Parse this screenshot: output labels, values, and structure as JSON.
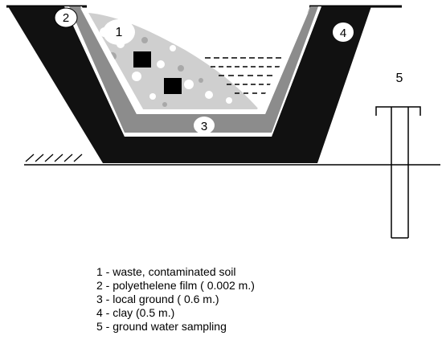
{
  "markers": {
    "m1": "1",
    "m2": "2",
    "m3": "3",
    "m4": "4",
    "m5": "5"
  },
  "legend": [
    {
      "text": "1 - waste, contaminated soil"
    },
    {
      "text": "2 - polyethelene film ( 0.002 m.)"
    },
    {
      "text": "3 - local ground ( 0.6 m.)"
    },
    {
      "text": "4 - clay (0.5 m.)"
    },
    {
      "text": "5 - ground water sampling"
    }
  ],
  "colors": {
    "clay": "#111111",
    "local_ground": "#8c8c8c",
    "film": "#ffffff",
    "waste": "#c9c9c9",
    "water_lines": "#000000"
  }
}
